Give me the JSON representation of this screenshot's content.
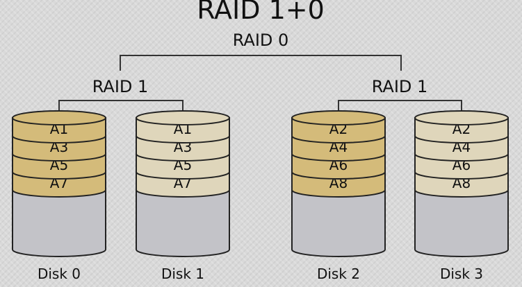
{
  "title": "RAID 1+0",
  "top_label": "RAID 0",
  "mirror_label": "RAID 1",
  "colors": {
    "primary_fill": "#d4bb7a",
    "mirror_fill": "#dfd6bb",
    "empty_fill": "#c3c3c8",
    "outline": "#222222",
    "line": "#333333"
  },
  "groups": [
    {
      "label": "RAID 1",
      "disks": [
        {
          "label": "Disk 0",
          "variant": "primary",
          "blocks": [
            "A1",
            "A3",
            "A5",
            "A7"
          ]
        },
        {
          "label": "Disk 1",
          "variant": "mirror",
          "blocks": [
            "A1",
            "A3",
            "A5",
            "A7"
          ]
        }
      ]
    },
    {
      "label": "RAID 1",
      "disks": [
        {
          "label": "Disk 2",
          "variant": "primary",
          "blocks": [
            "A2",
            "A4",
            "A6",
            "A8"
          ]
        },
        {
          "label": "Disk 3",
          "variant": "mirror",
          "blocks": [
            "A2",
            "A4",
            "A6",
            "A8"
          ]
        }
      ]
    }
  ]
}
